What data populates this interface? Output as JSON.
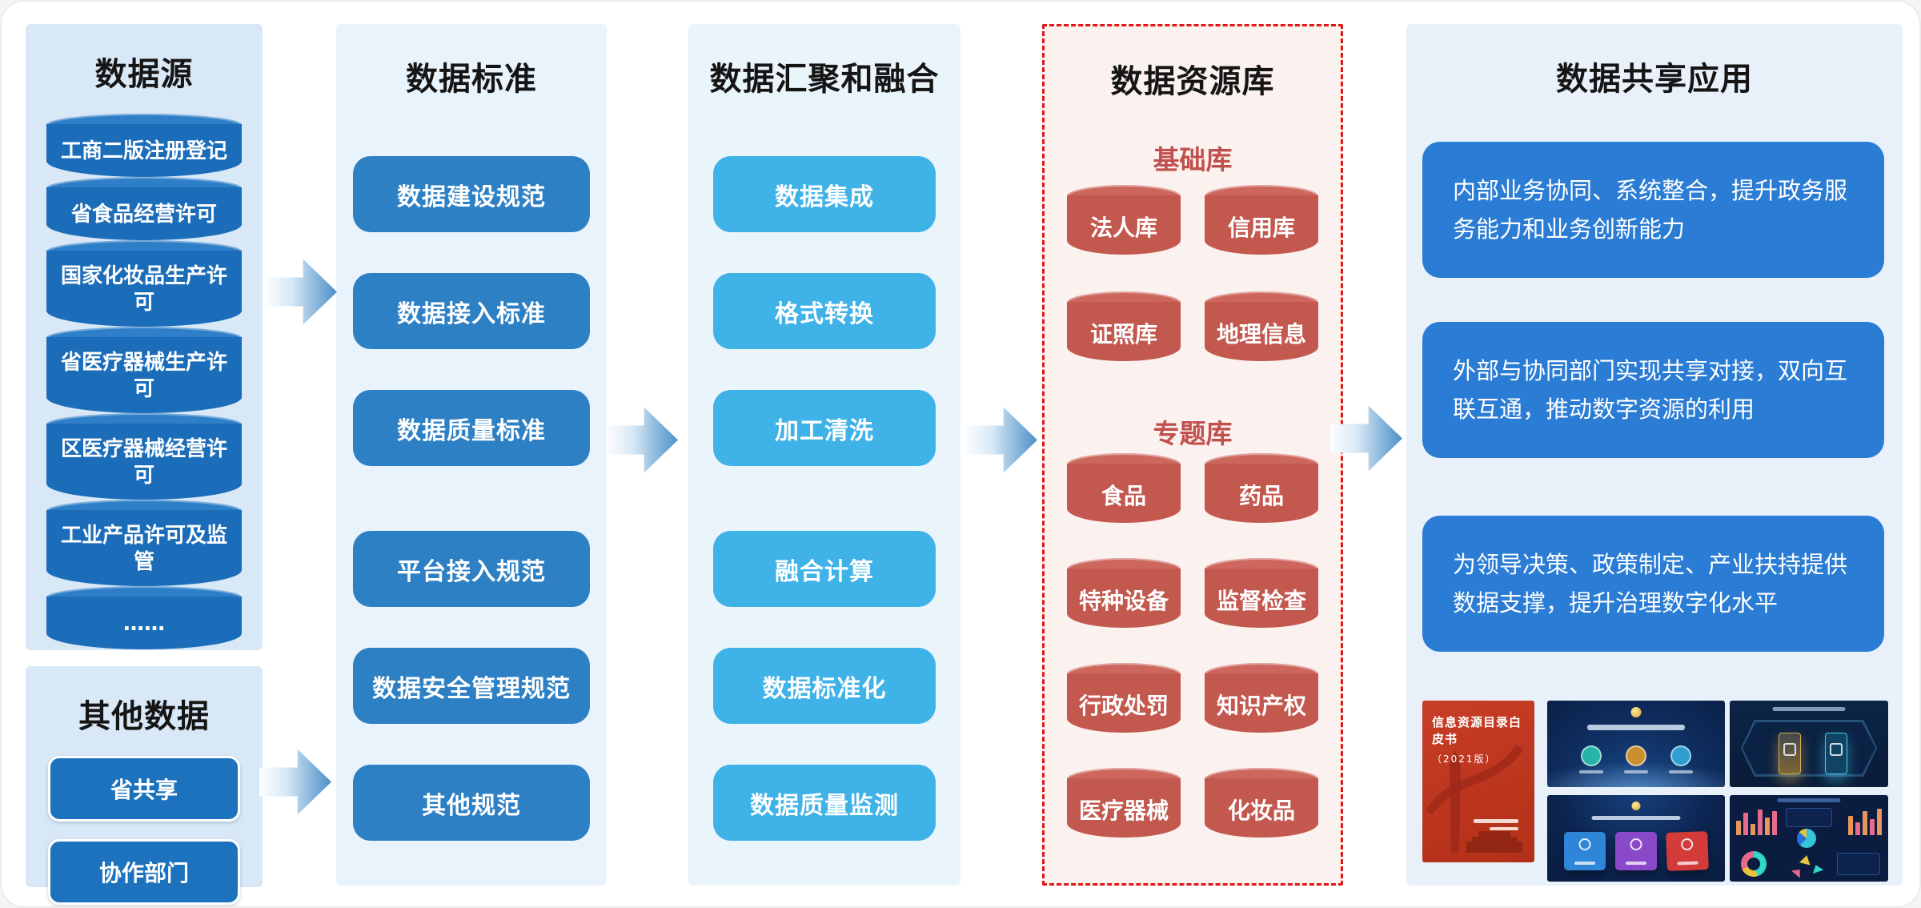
{
  "sources": {
    "title": "数据源",
    "items": [
      "工商二版注册登记",
      "省食品经营许可",
      "国家化妆品生产许可",
      "省医疗器械生产许可",
      "区医疗器械经营许可",
      "工业产品许可及监管",
      "……"
    ]
  },
  "other_data": {
    "title": "其他数据",
    "items": [
      "省共享",
      "协作部门"
    ]
  },
  "standards": {
    "title": "数据标准",
    "items": [
      "数据建设规范",
      "数据接入标准",
      "数据质量标准",
      "平台接入规范",
      "数据安全管理规范",
      "其他规范"
    ]
  },
  "aggregation": {
    "title": "数据汇聚和融合",
    "items": [
      "数据集成",
      "格式转换",
      "加工清洗",
      "融合计算",
      "数据标准化",
      "数据质量监测"
    ]
  },
  "repository": {
    "title": "数据资源库",
    "basic": {
      "title": "基础库",
      "items": [
        "法人库",
        "信用库",
        "证照库",
        "地理信息"
      ]
    },
    "topic": {
      "title": "专题库",
      "items": [
        "食品",
        "药品",
        "特种设备",
        "监督检查",
        "行政处罚",
        "知识产权",
        "医疗器械",
        "化妆品"
      ]
    }
  },
  "sharing": {
    "title": "数据共享应用",
    "cards": [
      "内部业务协同、系统整合，提升政务服务能力和业务创新能力",
      "外部与协同部门实现共享对接，双向互联互通，推动数字资源的利用",
      "为领导决策、政策制定、产业扶持提供数据支撑，提升治理数字化水平"
    ],
    "whitepaper": {
      "line1": "信息资源目录白皮书",
      "line2": "（2021版）"
    }
  },
  "colors": {
    "source_cylinder_blue": "#1c6db9",
    "standards_button_blue": "#2e80c4",
    "aggregation_button_blue": "#3fb2e8",
    "sharing_card_blue": "#2a7cd4",
    "repository_cylinder_red": "#c3584f",
    "repository_accent_red": "#c0504d",
    "repository_dashed_border": "#e21414",
    "panel_light_blue": "#d9e8f6",
    "panel_light_pink": "#fbf1ee"
  }
}
